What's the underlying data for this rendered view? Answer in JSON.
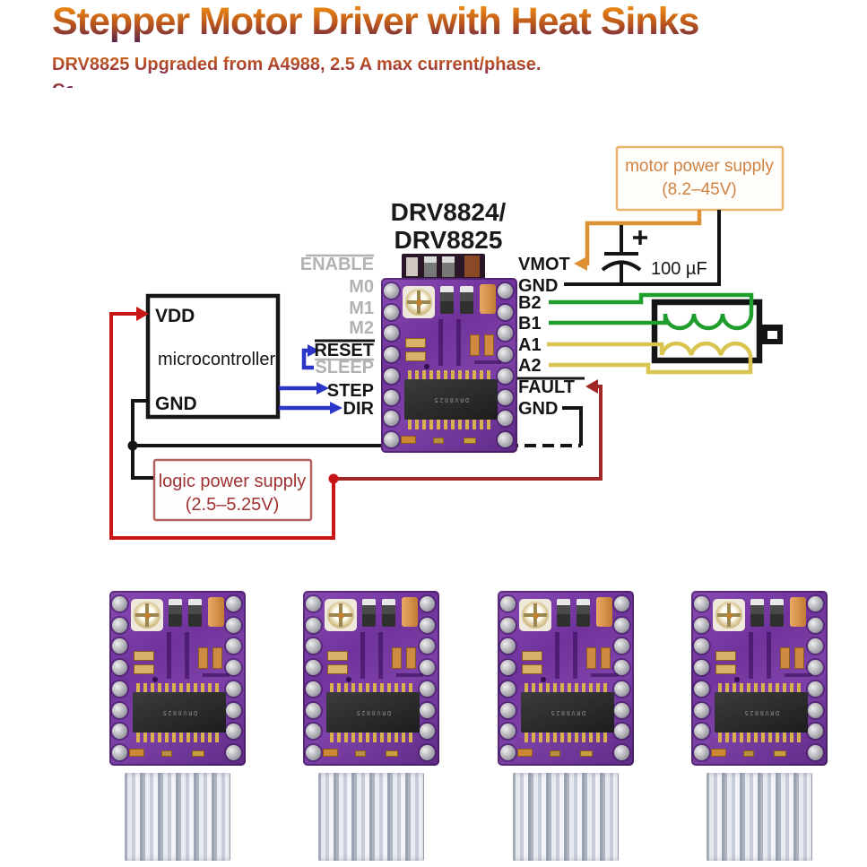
{
  "header": {
    "title": "Stepper Motor Driver with Heat Sinks",
    "subtitle_line1": "DRV8825 Upgraded from A4988, 2.5 A max current/phase.",
    "subtitle_line2": "Compatible with all arduino software and hardware."
  },
  "diagram": {
    "device_label_line1": "DRV8824/",
    "device_label_line2": "DRV8825",
    "left_pins": [
      {
        "label": "ENABLE",
        "overline": true,
        "active": false
      },
      {
        "label": "M0",
        "overline": false,
        "active": false
      },
      {
        "label": "M1",
        "overline": false,
        "active": false
      },
      {
        "label": "M2",
        "overline": false,
        "active": false
      },
      {
        "label": "RESET",
        "overline": true,
        "active": true
      },
      {
        "label": "SLEEP",
        "overline": true,
        "active": false
      },
      {
        "label": "STEP",
        "overline": false,
        "active": true
      },
      {
        "label": "DIR",
        "overline": false,
        "active": true
      }
    ],
    "right_pins": [
      {
        "label": "VMOT",
        "overline": false
      },
      {
        "label": "GND",
        "overline": false
      },
      {
        "label": "B2",
        "overline": false
      },
      {
        "label": "B1",
        "overline": false
      },
      {
        "label": "A1",
        "overline": false
      },
      {
        "label": "A2",
        "overline": false
      },
      {
        "label": "FAULT",
        "overline": true
      },
      {
        "label": "GND",
        "overline": false
      }
    ],
    "microcontroller": {
      "top_pin": "VDD",
      "name": "microcontroller",
      "bottom_pin": "GND"
    },
    "motor_power_supply": {
      "line1": "motor power supply",
      "line2": "(8.2–45V)"
    },
    "logic_power_supply": {
      "line1": "logic power supply",
      "line2": "(2.5–5.25V)"
    },
    "capacitor": {
      "value": "100 µF",
      "polarity": "+"
    }
  },
  "board": {
    "chip_label": "DRV8825"
  },
  "products": {
    "count": 4
  },
  "colors": {
    "title_gradient_top": "#ef8b12",
    "title_gradient_bottom": "#5e2450",
    "wire_step_dir": "#2b36c9",
    "wire_b": "#1f9e2e",
    "wire_a": "#d8c44e",
    "wire_vmot": "#de9035",
    "wire_vdd": "#c81616",
    "wire_fault": "#a12626",
    "gray_pin": "#b3b2b1",
    "motor_box_border": "#eab36e",
    "motor_box_text": "#cf8242",
    "logic_box_border": "#b26060",
    "logic_box_text": "#a03232",
    "pcb_purple": "#7b3fa0",
    "heatsink_silver": "#d7dae1"
  }
}
